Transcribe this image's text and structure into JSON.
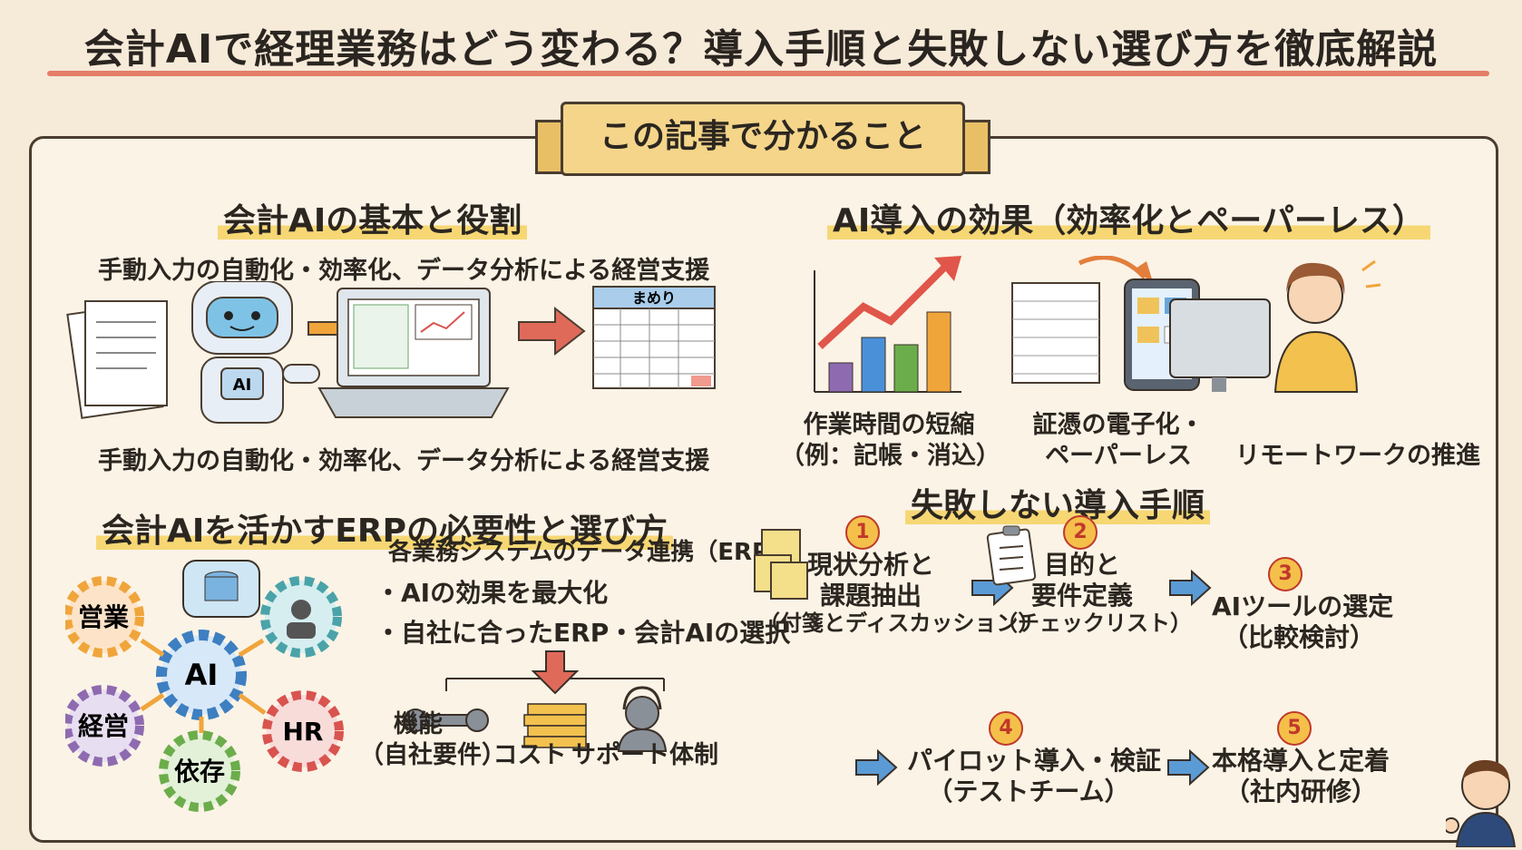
{
  "title": "会計AIで経理業務はどう変わる？導入手順と失敗しない選び方を徹底解説",
  "banner": "この記事で分かること",
  "sections": {
    "basics": {
      "heading": "会計AIの基本と役割",
      "text_top": "手動入力の自動化・効率化、データ分析による経営支援",
      "text_bottom": "手動入力の自動化・効率化、データ分析による経営支援",
      "robot_badge": "AI",
      "sheet_title": "まめり"
    },
    "effects": {
      "heading": "AI導入の効果（効率化とペーパーレス）",
      "items": [
        {
          "line1": "作業時間の短縮",
          "line2": "（例：記帳・消込）"
        },
        {
          "line1": "証憑の電子化・",
          "line2": "ペーパーレス"
        },
        {
          "line1": "リモートワークの推進",
          "line2": ""
        }
      ]
    },
    "erp": {
      "heading": "会計AIを活かすERPの必要性と選び方",
      "gears": [
        "営業",
        "経営",
        "依存",
        "HR",
        "AI"
      ],
      "lines": [
        "各業務システムのデータ連携（ERP）",
        "・AIの効果を最大化",
        "・自社に合ったERP・会計AIの選択"
      ],
      "criteria": [
        {
          "icon": "wrench-icon",
          "line1": "機能",
          "line2": "（自社要件）"
        },
        {
          "icon": "coins-icon",
          "line1": "",
          "line2": "コスト"
        },
        {
          "icon": "headset-icon",
          "line1": "",
          "line2": "サポート体制"
        }
      ]
    },
    "steps": {
      "heading": "失敗しない導入手順",
      "items": [
        {
          "num": "1",
          "line1": "現状分析と",
          "line2": "課題抽出",
          "note": "（付箋とディスカッション）"
        },
        {
          "num": "2",
          "line1": "目的と",
          "line2": "要件定義",
          "note": "（チェックリスト）"
        },
        {
          "num": "3",
          "line1": "AIツールの選定",
          "line2": "（比較検討）",
          "note": ""
        },
        {
          "num": "4",
          "line1": "パイロット導入・検証",
          "line2": "（テストチーム）",
          "note": ""
        },
        {
          "num": "5",
          "line1": "本格導入と定着",
          "line2": "（社内研修）",
          "note": ""
        }
      ]
    }
  },
  "colors": {
    "accent": "#e06a54",
    "highlight": "#f6d774",
    "banner": "#f4d58a",
    "arrow_blue": "#5b9bd5",
    "gear_orange": "#f0a53b",
    "gear_teal": "#4aa3a8",
    "gear_purple": "#8e6bb0",
    "gear_red": "#d9534f",
    "gear_green": "#6cad4b",
    "gear_blue": "#3d7fc1"
  }
}
